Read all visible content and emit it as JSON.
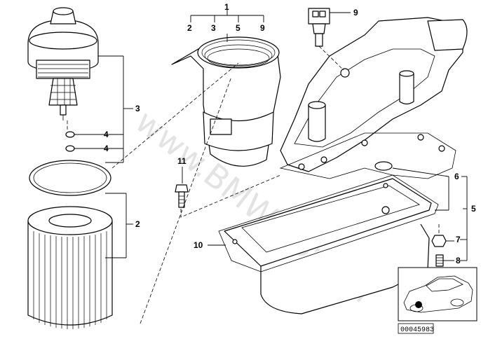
{
  "watermark": "www.BMWstore.pl",
  "reference_number": "00045983",
  "callouts": {
    "c1": "1",
    "c2_top": "2",
    "c3_top": "3",
    "c5_top": "5",
    "c9_top": "9",
    "c9": "9",
    "c3": "3",
    "c4a": "4",
    "c4b": "4",
    "c2": "2",
    "c11": "11",
    "c6": "6",
    "c5": "5",
    "c7": "7",
    "c8": "8",
    "c10": "10"
  }
}
